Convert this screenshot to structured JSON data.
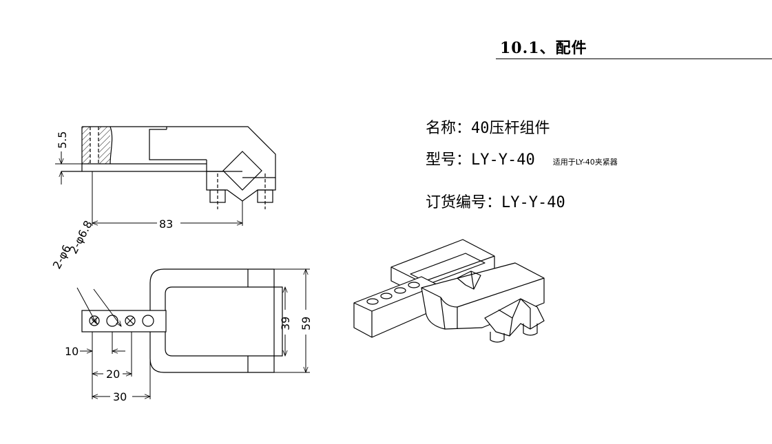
{
  "header": {
    "section_title": "10.1、配件"
  },
  "product": {
    "name_label": "名称：",
    "name_value": "40压杆组件",
    "model_label": "型号：",
    "model_value": "LY-Y-40",
    "model_note": "适用于LY-40夹紧器",
    "order_label": "订货编号：",
    "order_value": "LY-Y-40"
  },
  "side_view": {
    "dim_height": "5.5",
    "dim_length": "83"
  },
  "top_view": {
    "hole_label_1": "2-φ6",
    "hole_label_2": "2-φ6.8",
    "dim_10": "10",
    "dim_20": "20",
    "dim_30": "30",
    "dim_39": "39",
    "dim_59": "59"
  }
}
